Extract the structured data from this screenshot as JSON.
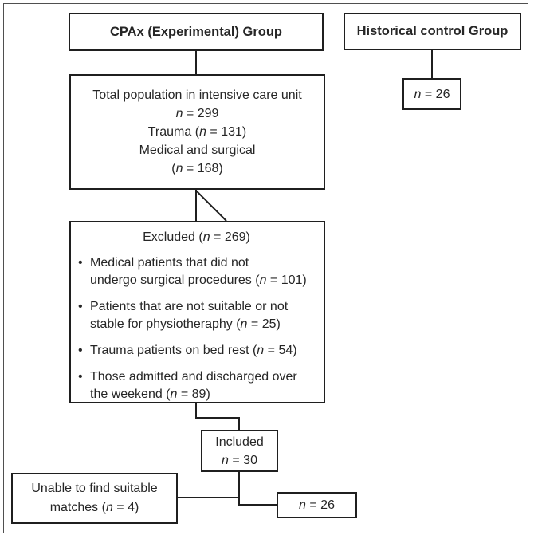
{
  "colors": {
    "box_border": "#1f1f1f",
    "outer_border": "#4f4f4f",
    "connector": "#1f1f1f",
    "text": "#262626",
    "background": "#ffffff"
  },
  "diagram": {
    "cpax_group": {
      "title": "CPAx (Experimental) Group"
    },
    "historical_group": {
      "title": "Historical control Group"
    },
    "historical_n": {
      "segments": [
        {
          "t": "n",
          "i": true
        },
        {
          "t": " = 26"
        }
      ]
    },
    "total_population": {
      "lines": [
        [
          {
            "t": "Total population in intensive care unit"
          }
        ],
        [
          {
            "t": "n",
            "i": true
          },
          {
            "t": " = 299"
          }
        ],
        [
          {
            "t": "Trauma ("
          },
          {
            "t": "n",
            "i": true
          },
          {
            "t": " = 131)"
          }
        ],
        [
          {
            "t": "Medical and surgical"
          }
        ],
        [
          {
            "t": "("
          },
          {
            "t": "n",
            "i": true
          },
          {
            "t": " = 168)"
          }
        ]
      ]
    },
    "excluded": {
      "heading": [
        {
          "t": "Excluded ("
        },
        {
          "t": "n",
          "i": true
        },
        {
          "t": " = 269)"
        }
      ],
      "bullet_glyph": "•",
      "bullets": [
        [
          [
            {
              "t": "Medical patients that did not"
            }
          ],
          [
            {
              "t": "undergo surgical procedures ("
            },
            {
              "t": "n",
              "i": true
            },
            {
              "t": " = 101)"
            }
          ]
        ],
        [
          [
            {
              "t": "Patients that are not suitable or not"
            }
          ],
          [
            {
              "t": "stable for physiotheraphy ("
            },
            {
              "t": "n",
              "i": true
            },
            {
              "t": " = 25)"
            }
          ]
        ],
        [
          [
            {
              "t": "Trauma patients on bed rest ("
            },
            {
              "t": "n",
              "i": true
            },
            {
              "t": " = 54)"
            }
          ]
        ],
        [
          [
            {
              "t": "Those admitted and discharged over"
            }
          ],
          [
            {
              "t": "the weekend ("
            },
            {
              "t": "n",
              "i": true
            },
            {
              "t": " = 89)"
            }
          ]
        ]
      ]
    },
    "included": {
      "lines": [
        [
          {
            "t": "Included"
          }
        ],
        [
          {
            "t": "n",
            "i": true
          },
          {
            "t": " = 30"
          }
        ]
      ]
    },
    "unable_to_match": {
      "lines": [
        [
          {
            "t": "Unable to find suitable"
          }
        ],
        [
          {
            "t": "matches ("
          },
          {
            "t": "n",
            "i": true
          },
          {
            "t": " = 4)"
          }
        ]
      ]
    },
    "matched_n": {
      "segments": [
        {
          "t": "n",
          "i": true
        },
        {
          "t": " = 26"
        }
      ]
    }
  }
}
